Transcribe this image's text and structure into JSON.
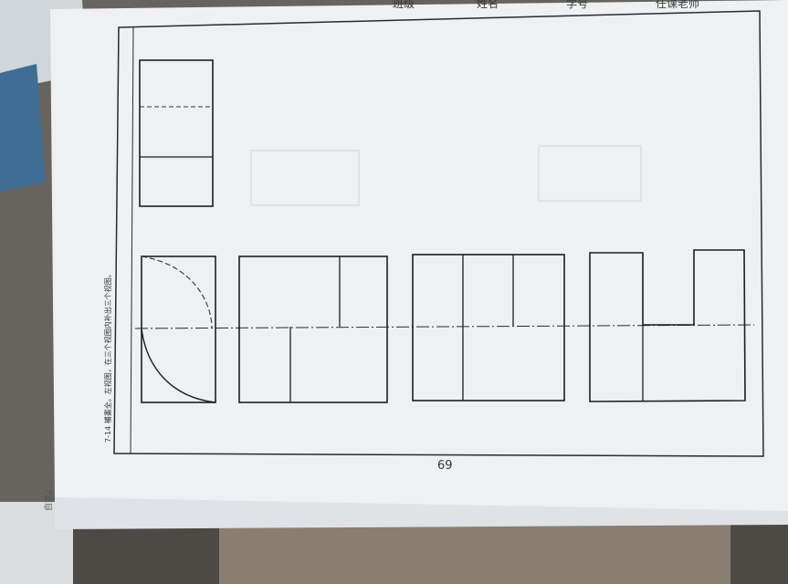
{
  "header": {
    "class_label": "班级",
    "name_label": "姓名",
    "student_id_label": "学号",
    "teacher_label": "任课老师"
  },
  "exercise": {
    "instruction": "7-14 補畫全。左视图，在三个视图内补出三个视图。"
  },
  "page_number": "69",
  "background": {
    "paper_label": "自家2"
  },
  "colors": {
    "paper": "#f1f2f4",
    "line": "#1e1e1e",
    "table": "#6d6b66"
  },
  "icons": []
}
